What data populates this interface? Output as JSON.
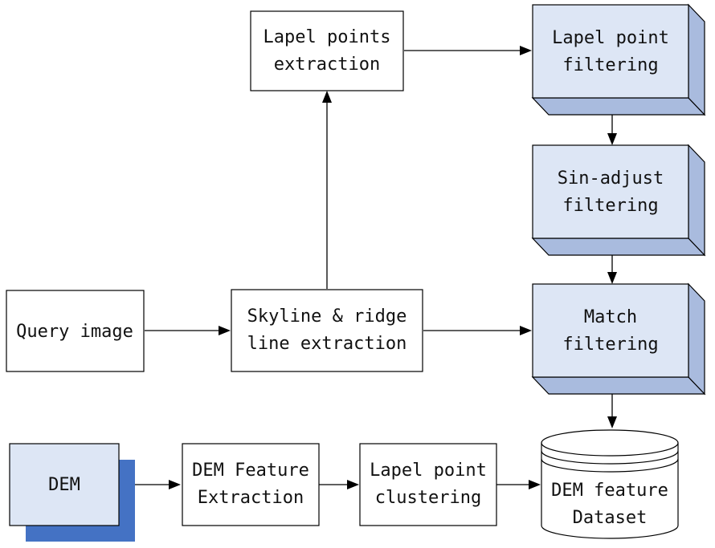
{
  "colors": {
    "box_fill": "#ffffff",
    "box_stroke": "#000000",
    "box3d_front": "#dde6f5",
    "box3d_side": "#a9bbde",
    "dem_front": "#dde6f5",
    "dem_shadow": "#4472c4",
    "text": "#111111"
  },
  "nodes": {
    "query_image": {
      "lines": [
        "Query image"
      ]
    },
    "skyline": {
      "lines": [
        "Skyline & ridge",
        "line extraction"
      ]
    },
    "lapel_extraction": {
      "lines": [
        "Lapel points",
        "extraction"
      ]
    },
    "lapel_filtering": {
      "lines": [
        "Lapel point",
        "filtering"
      ]
    },
    "sin_adjust": {
      "lines": [
        "Sin-adjust",
        "filtering"
      ]
    },
    "match_filtering": {
      "lines": [
        "Match",
        "filtering"
      ]
    },
    "dem": {
      "lines": [
        "DEM"
      ]
    },
    "dem_feature_extraction": {
      "lines": [
        "DEM Feature",
        "Extraction"
      ]
    },
    "lapel_clustering": {
      "lines": [
        "Lapel point",
        "clustering"
      ]
    },
    "dem_dataset": {
      "lines": [
        "DEM feature",
        "Dataset"
      ]
    }
  },
  "edges": [
    {
      "from": "query_image",
      "to": "skyline"
    },
    {
      "from": "skyline",
      "to": "lapel_extraction"
    },
    {
      "from": "lapel_extraction",
      "to": "lapel_filtering"
    },
    {
      "from": "lapel_filtering",
      "to": "sin_adjust"
    },
    {
      "from": "sin_adjust",
      "to": "match_filtering"
    },
    {
      "from": "skyline",
      "to": "match_filtering"
    },
    {
      "from": "match_filtering",
      "to": "dem_dataset"
    },
    {
      "from": "dem",
      "to": "dem_feature_extraction"
    },
    {
      "from": "dem_feature_extraction",
      "to": "lapel_clustering"
    },
    {
      "from": "lapel_clustering",
      "to": "dem_dataset"
    }
  ]
}
